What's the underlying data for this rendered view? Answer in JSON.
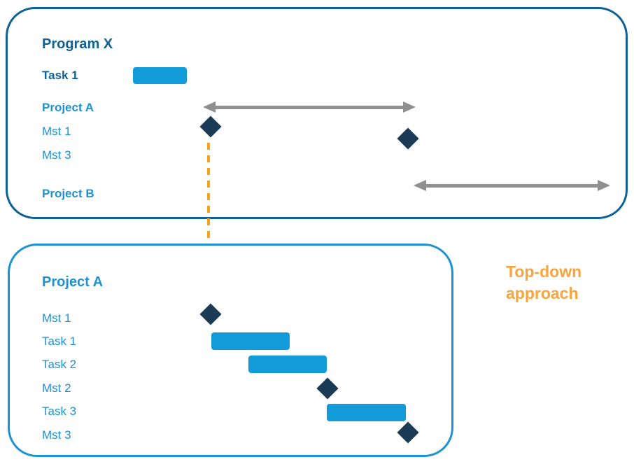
{
  "panels": {
    "program": {
      "title": "Program X",
      "rows": [
        {
          "label": "Task 1",
          "type": "bar",
          "style": "dark-bold"
        },
        {
          "label": "Project A",
          "type": "arrow",
          "style": "light-bold"
        },
        {
          "label": "Mst 1",
          "type": "milestone",
          "style": "light"
        },
        {
          "label": "Mst 3",
          "type": "milestone",
          "style": "light"
        },
        {
          "label": "Project B",
          "type": "arrow",
          "style": "light-bold"
        }
      ]
    },
    "project": {
      "title": "Project A",
      "rows": [
        {
          "label": "Mst 1",
          "type": "milestone"
        },
        {
          "label": "Task 1",
          "type": "bar"
        },
        {
          "label": "Task 2",
          "type": "bar"
        },
        {
          "label": "Mst 2",
          "type": "milestone"
        },
        {
          "label": "Task 3",
          "type": "bar"
        },
        {
          "label": "Mst 3",
          "type": "milestone"
        }
      ]
    }
  },
  "annotation": {
    "line1": "Top-down",
    "line2": "approach"
  },
  "colors": {
    "dark_blue": "#0e6194",
    "light_blue": "#1b93d3",
    "bar_blue": "#119bd9",
    "diamond_navy": "#1b3a55",
    "arrow_gray": "#8f8f8f",
    "orange_arrow": "#f9a01d",
    "orange_text": "#f9a43c"
  }
}
